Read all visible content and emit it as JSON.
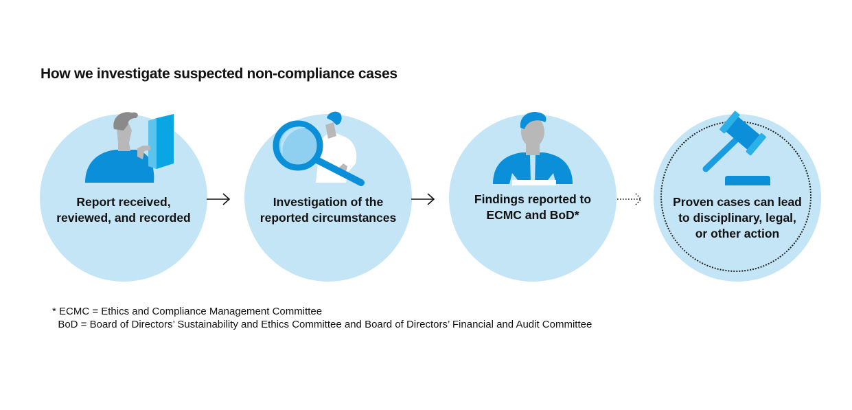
{
  "title": "How we investigate suspected non-compliance cases",
  "steps": [
    {
      "label": "Report received, reviewed, and recorded",
      "icon": "person-reading-document-icon"
    },
    {
      "label": "Investigation of the reported circumstances",
      "icon": "person-magnifying-glass-icon"
    },
    {
      "label": "Findings reported to ECMC and BoD*",
      "icon": "person-presenting-icon"
    },
    {
      "label": "Proven cases can lead to disciplinary, legal, or other action",
      "icon": "gavel-icon"
    }
  ],
  "connectors": [
    {
      "style": "solid-arrow"
    },
    {
      "style": "solid-arrow"
    },
    {
      "style": "dotted-arrow"
    }
  ],
  "footnotes": {
    "line1": "* ECMC = Ethics and Compliance Management Committee",
    "line2": "  BoD = Board of Directors’ Sustainability and Ethics Committee and Board of Directors’ Financial and Audit Committee"
  },
  "colors": {
    "circle_fill": "#c3e5f6",
    "primary_blue": "#0a8fd8",
    "light_blue": "#2bb0e8",
    "skin_gray": "#b8b8b8",
    "hair_gray": "#8a8a8a",
    "text": "#111111"
  }
}
